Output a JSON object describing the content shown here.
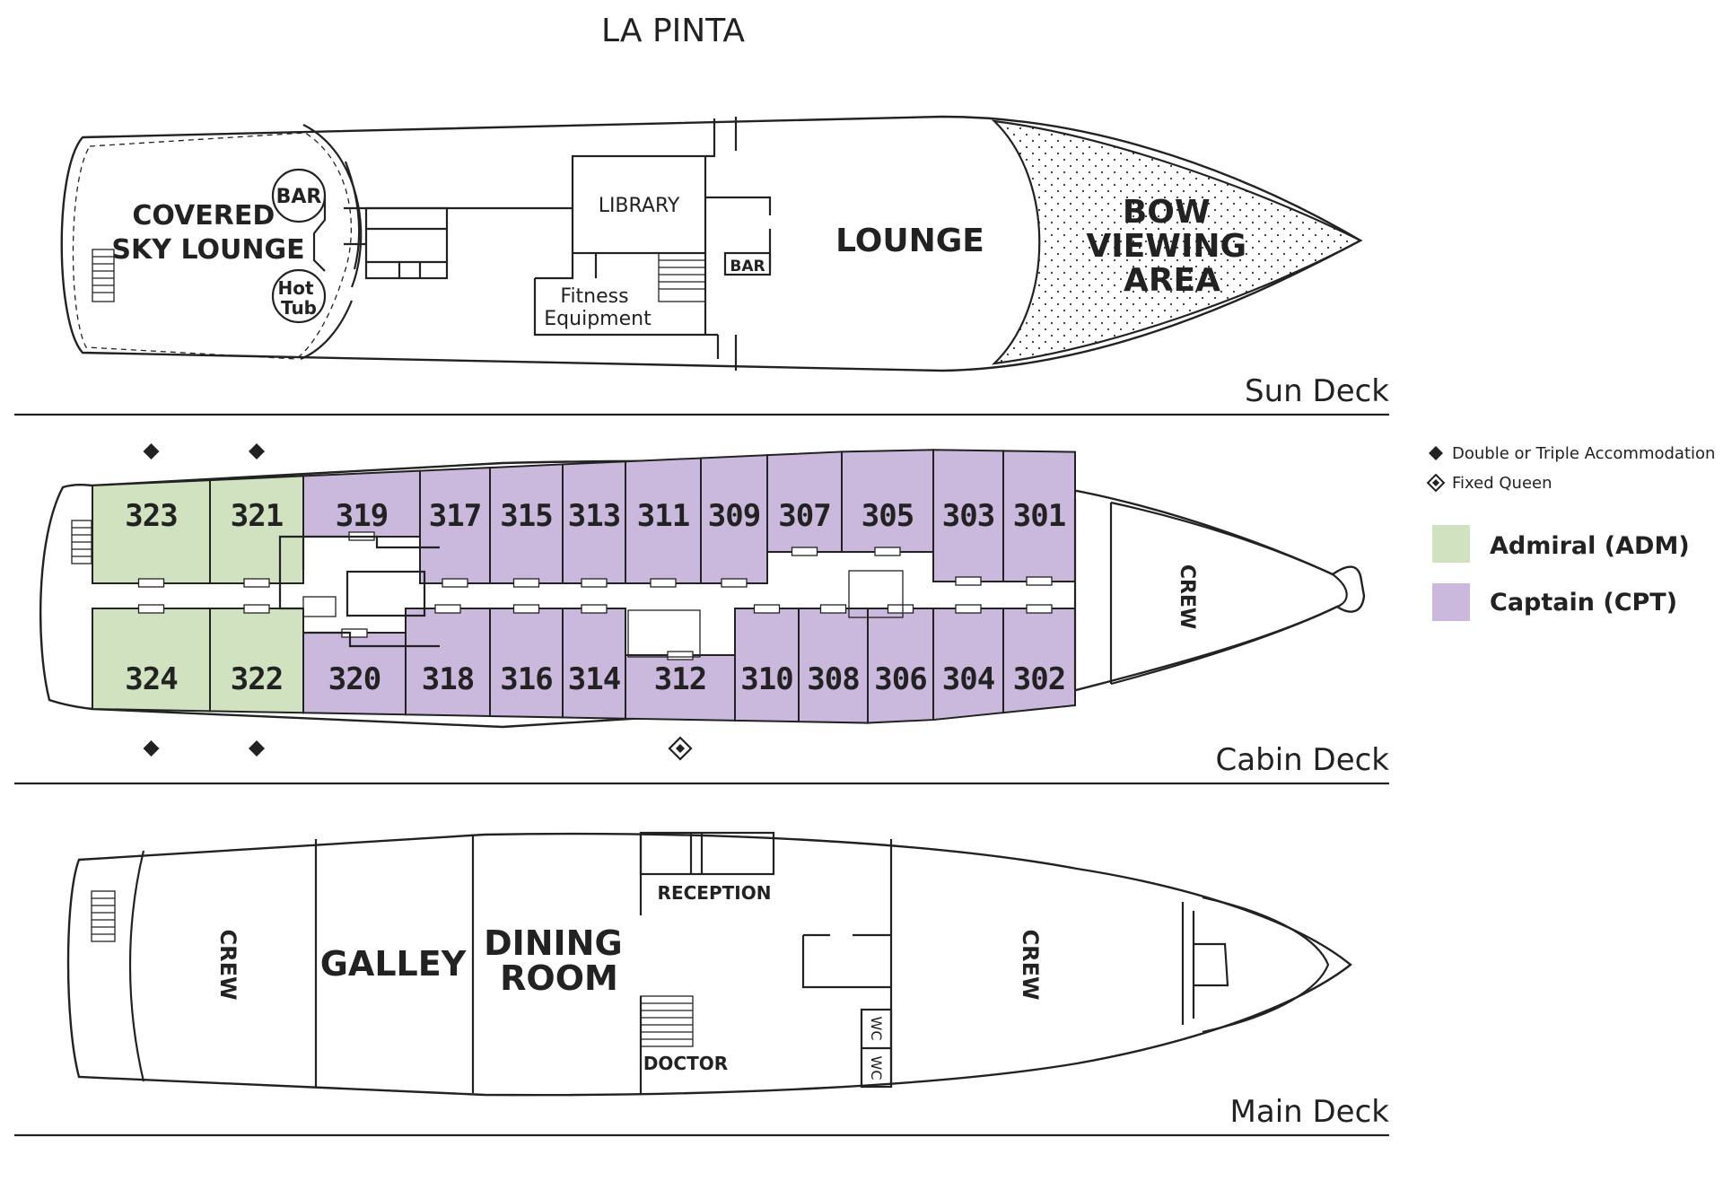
{
  "title": "LA PINTA",
  "colors": {
    "admiral": "#d0e2c0",
    "captain": "#cab9dd",
    "line": "#222222"
  },
  "decks": {
    "sun": {
      "name": "Sun Deck",
      "covered_sky_lounge": [
        "COVERED",
        "SKY LOUNGE"
      ],
      "bar_aft": "BAR",
      "hot_tub": [
        "Hot",
        "Tub"
      ],
      "library": "LIBRARY",
      "fitness": [
        "Fitness",
        "Equipment"
      ],
      "bar_fwd": "BAR",
      "lounge": "LOUNGE",
      "bow_viewing": [
        "BOW",
        "VIEWING",
        "AREA"
      ]
    },
    "cabin": {
      "name": "Cabin Deck",
      "crew": "CREW",
      "cabins_top": [
        {
          "num": "323",
          "cat": "admiral"
        },
        {
          "num": "321",
          "cat": "admiral"
        },
        {
          "num": "319",
          "cat": "captain"
        },
        {
          "num": "317",
          "cat": "captain"
        },
        {
          "num": "315",
          "cat": "captain"
        },
        {
          "num": "313",
          "cat": "captain"
        },
        {
          "num": "311",
          "cat": "captain"
        },
        {
          "num": "309",
          "cat": "captain"
        },
        {
          "num": "307",
          "cat": "captain"
        },
        {
          "num": "305",
          "cat": "captain"
        },
        {
          "num": "303",
          "cat": "captain"
        },
        {
          "num": "301",
          "cat": "captain"
        }
      ],
      "cabins_bottom": [
        {
          "num": "324",
          "cat": "admiral"
        },
        {
          "num": "322",
          "cat": "admiral"
        },
        {
          "num": "320",
          "cat": "captain"
        },
        {
          "num": "318",
          "cat": "captain"
        },
        {
          "num": "316",
          "cat": "captain"
        },
        {
          "num": "314",
          "cat": "captain"
        },
        {
          "num": "312",
          "cat": "captain"
        },
        {
          "num": "310",
          "cat": "captain"
        },
        {
          "num": "308",
          "cat": "captain"
        },
        {
          "num": "306",
          "cat": "captain"
        },
        {
          "num": "304",
          "cat": "captain"
        },
        {
          "num": "302",
          "cat": "captain"
        }
      ],
      "double_triple_cabins": [
        "323",
        "321",
        "324",
        "322"
      ],
      "fixed_queen_cabins": [
        "312"
      ]
    },
    "main": {
      "name": "Main Deck",
      "crew_aft": "CREW",
      "galley": "GALLEY",
      "dining": [
        "DINING",
        "ROOM"
      ],
      "reception": "RECEPTION",
      "doctor": "DOCTOR",
      "wc": [
        "WC",
        "WC"
      ],
      "crew_fwd": "CREW"
    }
  },
  "legend": {
    "double_triple": "Double or Triple Accommodation",
    "fixed_queen": "Fixed Queen",
    "admiral": "Admiral (ADM)",
    "captain": "Captain (CPT)"
  }
}
